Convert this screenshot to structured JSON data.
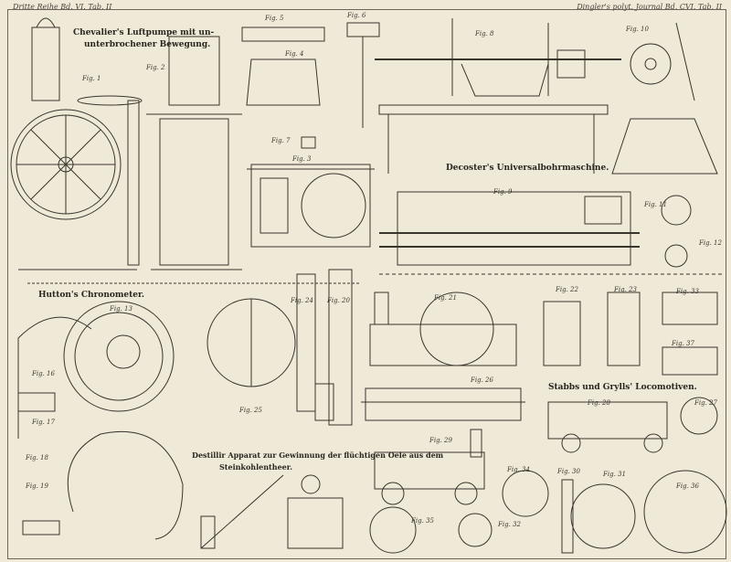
{
  "header": {
    "left": "Dritte Reihe Bd. VI. Tab. II",
    "right": "Dingler's polyt. Journal Bd. CVI. Tab. II"
  },
  "titles": {
    "chevalier_line1": "Chevalier's Luftpumpe mit un-",
    "chevalier_line2": "unterbrochener Bewegung.",
    "decoster": "Decoster's Universalbohrmaschine.",
    "hutton": "Hutton's Chronometer.",
    "destillir_line1": "Destillir Apparat zur Gewinnung der flüchtigen Oele aus dem",
    "destillir_line2": "Steinkohlentheer.",
    "stabbs": "Stabbs und Grylls' Locomotiven."
  },
  "figures": {
    "f1": "Fig. 1",
    "f2": "Fig. 2",
    "f3": "Fig. 3",
    "f4": "Fig. 4",
    "f5": "Fig. 5",
    "f6": "Fig. 6",
    "f7": "Fig. 7",
    "f8": "Fig. 8",
    "f9": "Fig. 9",
    "f10": "Fig. 10",
    "f11": "Fig. 11",
    "f12": "Fig. 12",
    "f13": "Fig. 13",
    "f16": "Fig. 16",
    "f17": "Fig. 17",
    "f18": "Fig. 18",
    "f19": "Fig. 19",
    "f20": "Fig. 20",
    "f21": "Fig. 21",
    "f22": "Fig. 22",
    "f23": "Fig. 23",
    "f24": "Fig. 24",
    "f25": "Fig. 25",
    "f26": "Fig. 26",
    "f27": "Fig. 27",
    "f28": "Fig. 28",
    "f29": "Fig. 29",
    "f30": "Fig. 30",
    "f31": "Fig. 31",
    "f32": "Fig. 32",
    "f33": "Fig. 33",
    "f34": "Fig. 34",
    "f35": "Fig. 35",
    "f36": "Fig. 36",
    "f37": "Fig. 37"
  }
}
